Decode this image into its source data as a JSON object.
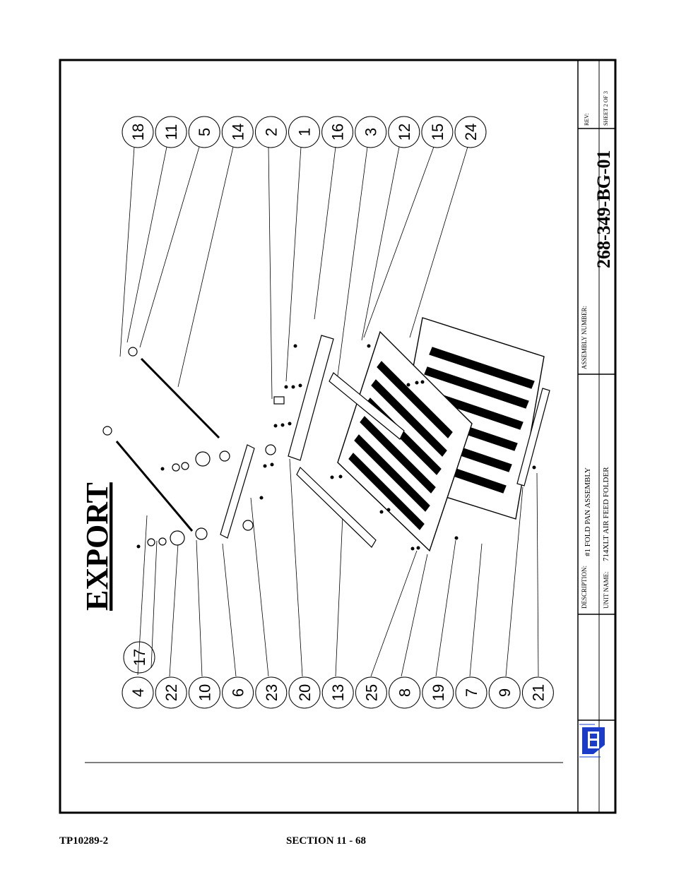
{
  "drawing": {
    "watermark": "EXPORT",
    "balloons_top": [
      "18",
      "11",
      "5",
      "14",
      "2",
      "1",
      "16",
      "3",
      "12",
      "15",
      "24"
    ],
    "balloons_bottom": [
      "4",
      "22",
      "10",
      "6",
      "23",
      "20",
      "13",
      "25",
      "8",
      "19",
      "7",
      "9",
      "21"
    ],
    "balloon_extra": "17"
  },
  "title_block": {
    "description_label": "DESCRIPTION:",
    "description_value": "#1 FOLD PAN ASSEMBLY",
    "unit_label": "UNIT NAME:",
    "unit_value": "714XLT AIR FEED FOLDER",
    "assembly_label": "ASSEMBLY  NUMBER:",
    "assembly_number": "268-349-BG-01",
    "rev_label": "REV:",
    "sheet_label": "SHEET  2 OF   3"
  },
  "footer": {
    "left": "TP10289-2",
    "center": "SECTION 11 - 68"
  }
}
